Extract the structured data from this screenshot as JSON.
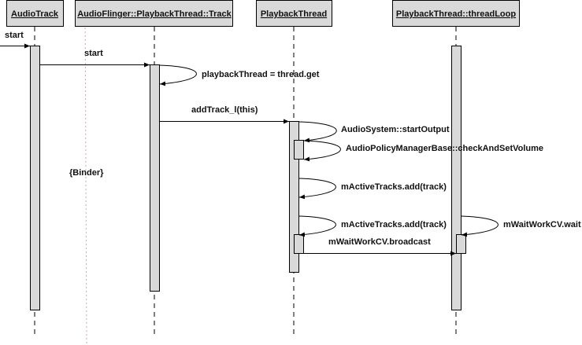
{
  "diagram": {
    "type": "sequence",
    "participants": [
      {
        "id": "audiotrack",
        "label": "AudioTrack"
      },
      {
        "id": "track",
        "label": "AudioFlinger::PlaybackThread::Track"
      },
      {
        "id": "playbackthread",
        "label": "PlaybackThread"
      },
      {
        "id": "threadloop",
        "label": "PlaybackThread::threadLoop"
      }
    ],
    "messages": [
      {
        "from": "external",
        "to": "audiotrack",
        "label": "start"
      },
      {
        "from": "audiotrack",
        "to": "track",
        "label": "start"
      },
      {
        "from": "track",
        "to": "track",
        "label": "playbackThread = thread.get"
      },
      {
        "from": "track",
        "to": "playbackthread",
        "label": "addTrack_l(this)"
      },
      {
        "from": "playbackthread",
        "to": "playbackthread",
        "label": "AudioSystem::startOutput"
      },
      {
        "from": "playbackthread",
        "to": "playbackthread",
        "label": "AudioPolicyManagerBase::checkAndSetVolume"
      },
      {
        "from": "playbackthread",
        "to": "playbackthread",
        "label": "mActiveTracks.add(track)"
      },
      {
        "from": "playbackthread",
        "to": "playbackthread",
        "label": "mActiveTracks.add(track)"
      },
      {
        "from": "threadloop",
        "to": "threadloop",
        "label": "mWaitWorkCV.wait"
      },
      {
        "from": "playbackthread",
        "to": "threadloop",
        "label": "mWaitWorkCV.broadcast"
      }
    ],
    "boundary_label": "{Binder}"
  }
}
